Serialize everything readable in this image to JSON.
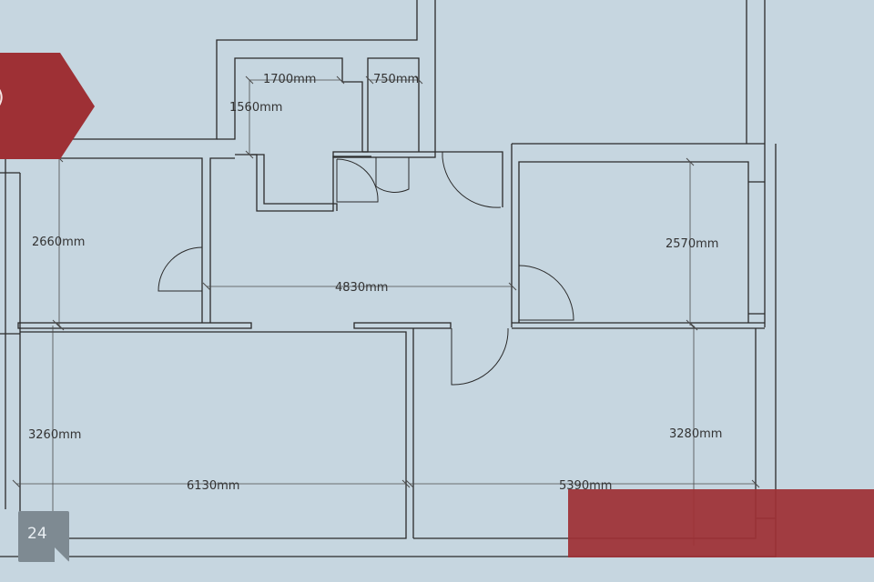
{
  "plan": {
    "dimensions": {
      "top_width": "1700mm",
      "top_right_width": "750mm",
      "top_height": "1560mm",
      "left_room_height": "2660mm",
      "right_room_height": "2570mm",
      "hall_width": "4830mm",
      "bottom_left_height": "3260mm",
      "bottom_right_height": "3280mm",
      "bottom_left_width": "6130mm",
      "bottom_right_width": "5390mm"
    }
  },
  "badge": {
    "label": "24"
  },
  "colors": {
    "background": "#c6d6e0",
    "accent": "#9e3035",
    "badge": "#7e8a92"
  }
}
